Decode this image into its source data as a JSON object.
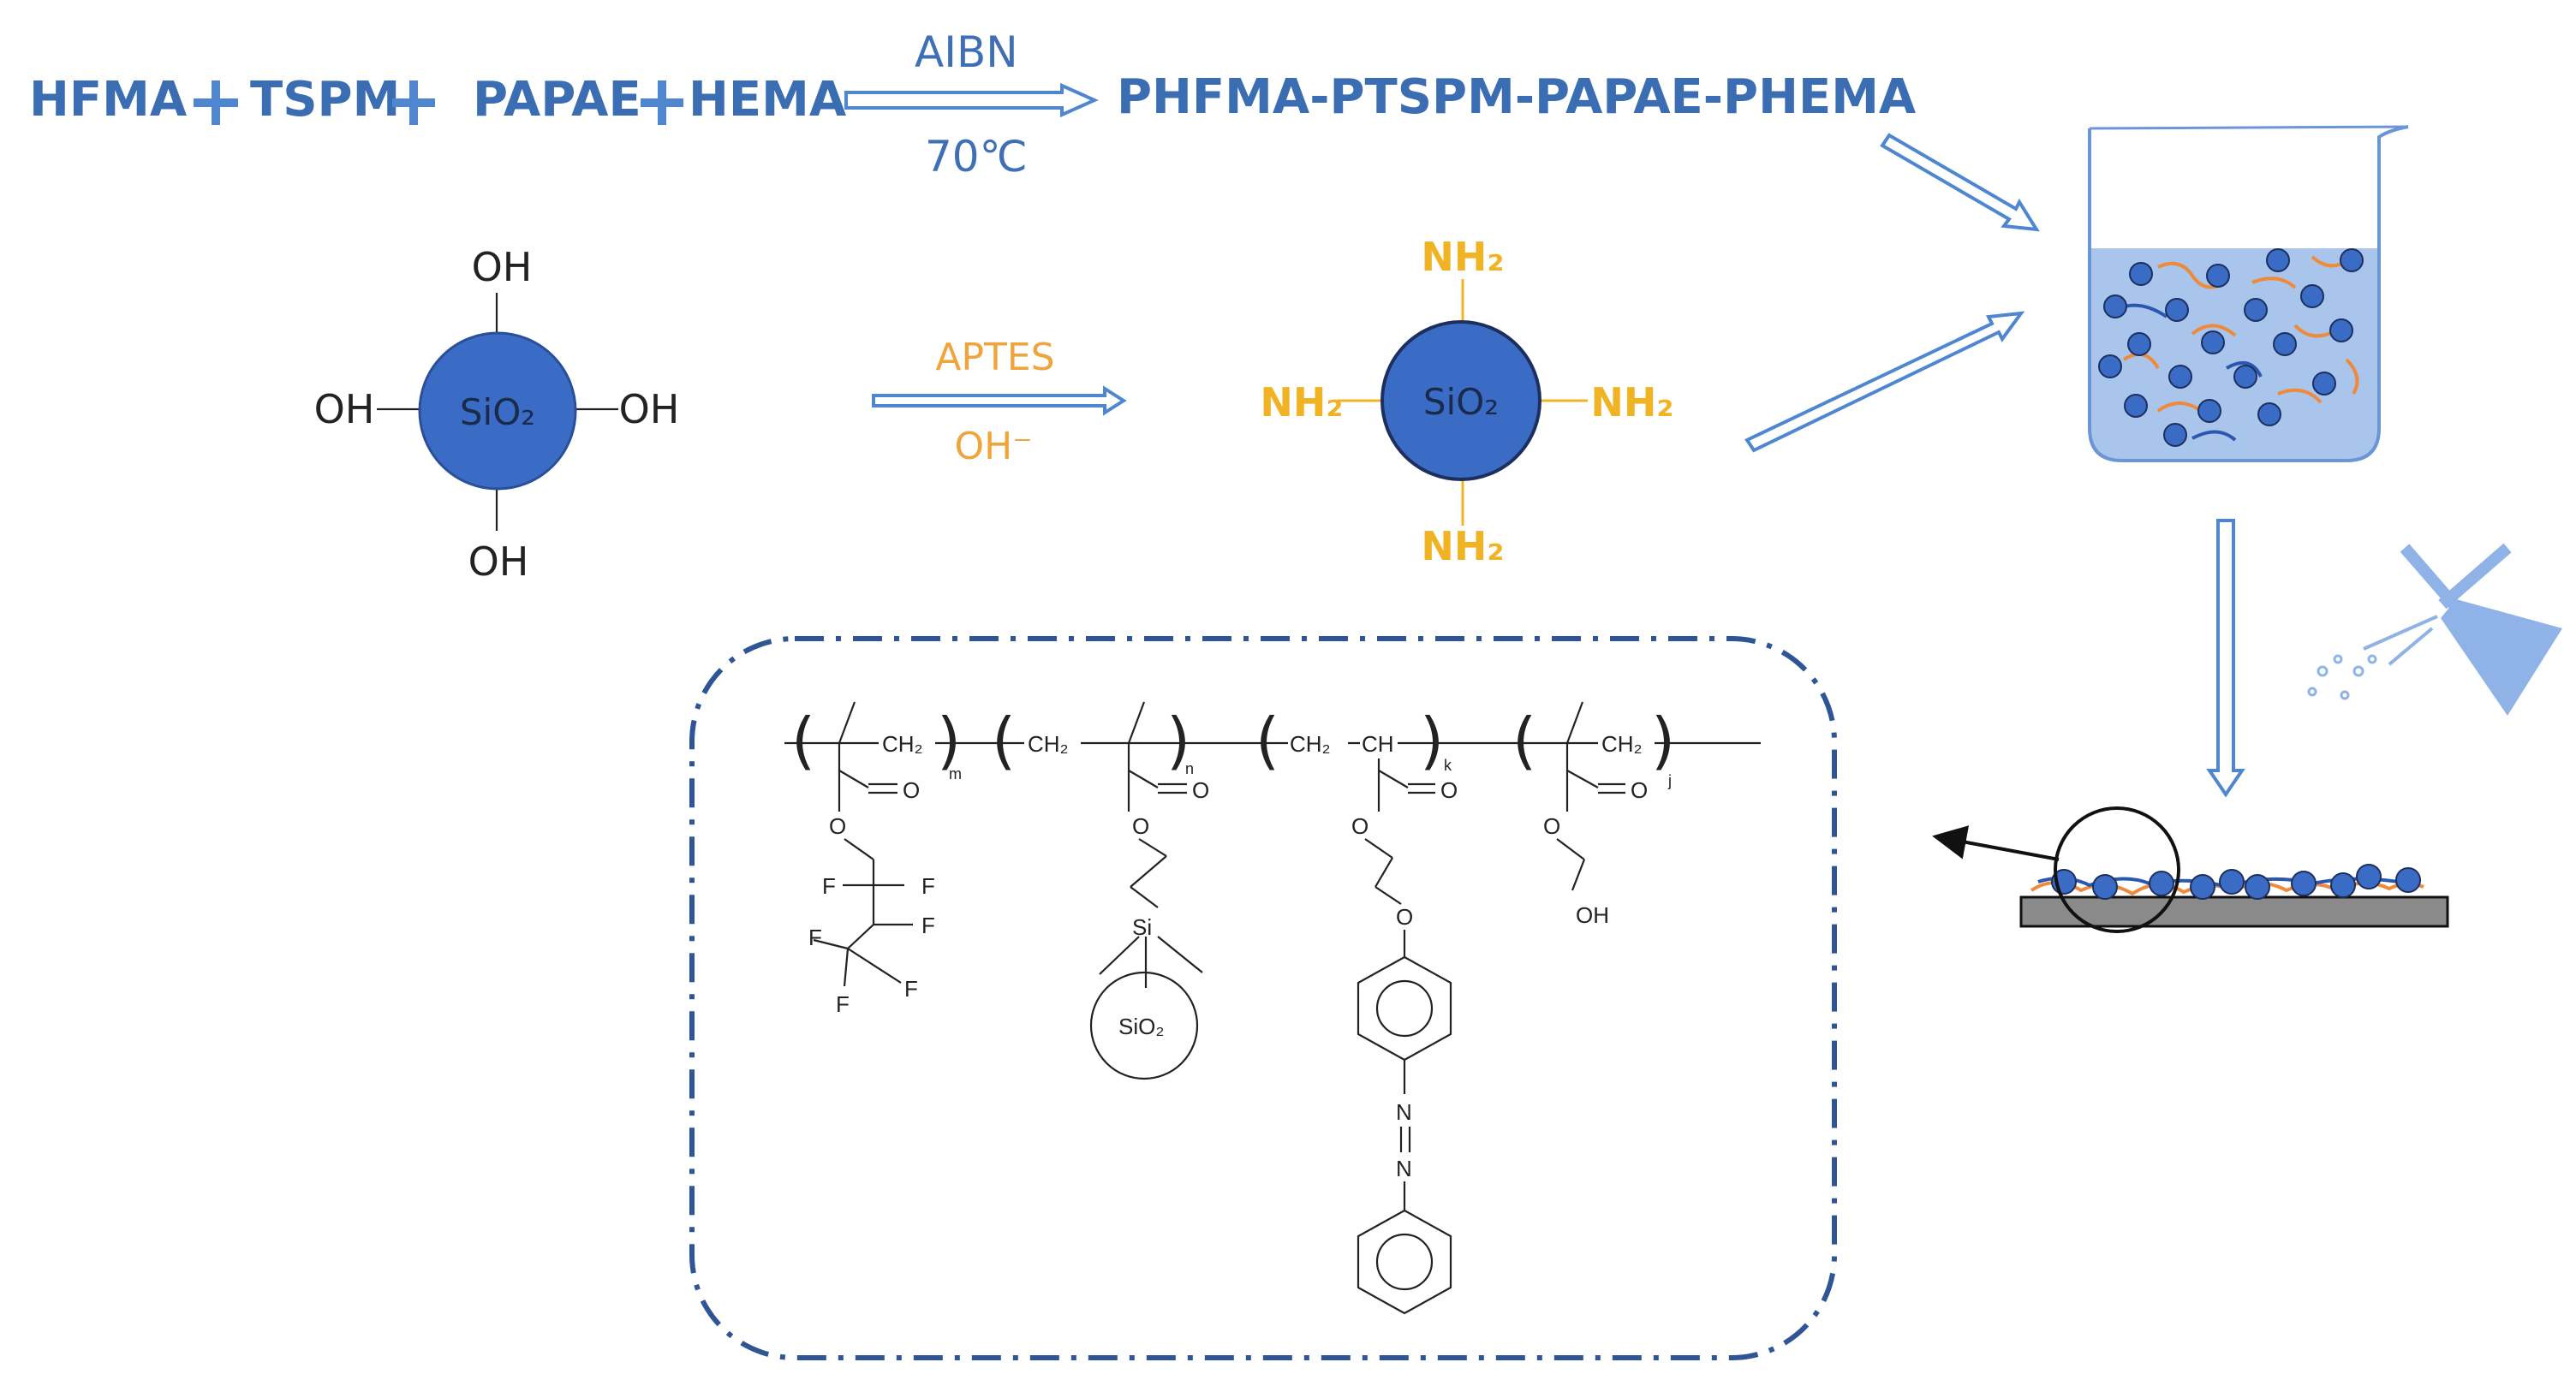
{
  "reaction1": {
    "reagents": [
      "HFMA",
      "TSPM",
      "PAPAE",
      "HEMA"
    ],
    "catalyst": "AIBN",
    "temperature": "70℃",
    "product": "PHFMA-PTSPM-PAPAE-PHEMA"
  },
  "reaction2": {
    "reactant_core": "SiO₂",
    "reactant_groups": [
      "OH",
      "OH",
      "OH",
      "OH"
    ],
    "reagent_top": "APTES",
    "reagent_bottom": "OH⁻",
    "product_core": "SiO₂",
    "product_groups": [
      "NH₂",
      "NH₂",
      "NH₂",
      "NH₂"
    ]
  },
  "structure": {
    "ch2": "CH₂",
    "ch": "CH",
    "subscripts": [
      "m",
      "n",
      "k",
      "j"
    ],
    "O": "O",
    "F": "F",
    "Si": "Si",
    "N": "N",
    "OH": "OH",
    "particle": "SiO₂"
  },
  "colors": {
    "blue_text": "#3b6db3",
    "arrow": "#4e86cf",
    "particle": "#3a6cc6",
    "chain_orange": "#ef8a3a",
    "amine": "#f0b323",
    "box_border": "#2f5597",
    "liquid": "#a9c5ec"
  },
  "icons": [
    "beaker-icon",
    "spray-bottle-icon",
    "coated-substrate-icon",
    "magnifier-circle-icon"
  ]
}
